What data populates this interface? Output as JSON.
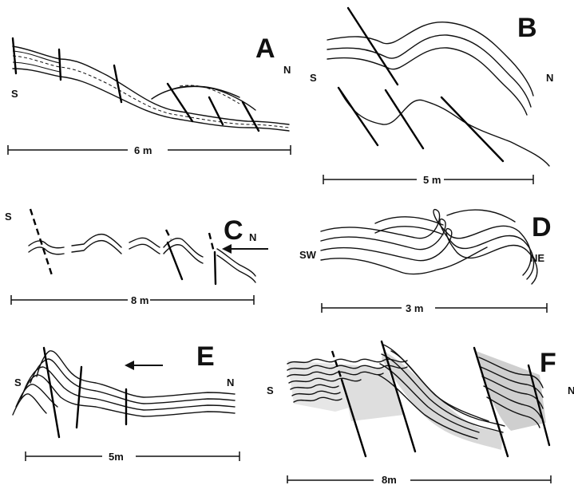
{
  "panels": [
    {
      "id": "A",
      "letter": "A",
      "left_dir": "S",
      "right_dir": "N",
      "scale": "6 m"
    },
    {
      "id": "B",
      "letter": "B",
      "left_dir": "S",
      "right_dir": "N",
      "scale": "5 m"
    },
    {
      "id": "C",
      "letter": "C",
      "left_dir": "S",
      "right_dir": "N",
      "scale": "8 m"
    },
    {
      "id": "D",
      "letter": "D",
      "left_dir": "SW",
      "right_dir": "NE",
      "scale": "3 m"
    },
    {
      "id": "E",
      "letter": "E",
      "left_dir": "S",
      "right_dir": "N",
      "scale": "5m"
    },
    {
      "id": "F",
      "letter": "F",
      "left_dir": "S",
      "right_dir": "N",
      "scale": "8m"
    }
  ]
}
